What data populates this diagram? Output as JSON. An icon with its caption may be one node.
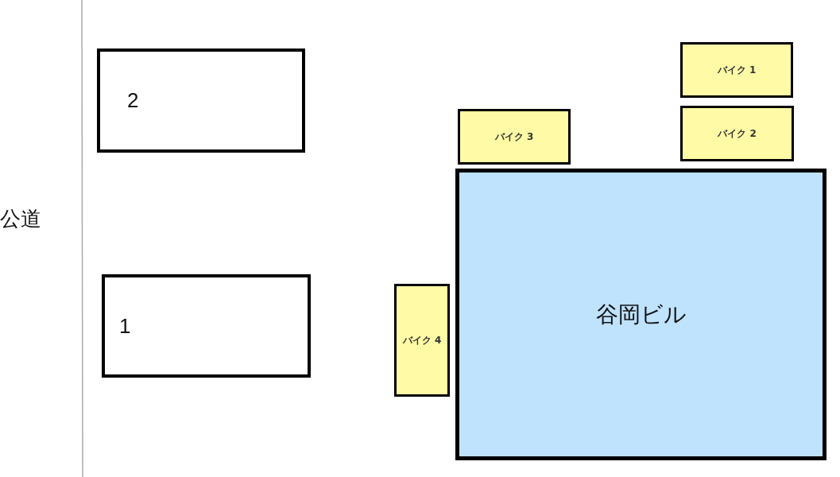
{
  "diagram": {
    "nodes": [
      {
        "text": [
          "2"
        ]
      },
      {
        "text": [
          "バイク 3"
        ]
      },
      {
        "text": [
          "バイク 1"
        ]
      },
      {
        "text": [
          "バイク 2"
        ]
      },
      {
        "text": [
          "谷岡ビル"
        ]
      },
      {
        "text": [
          "1"
        ]
      },
      {
        "text": [
          "バイク 4"
        ]
      }
    ],
    "labels": [
      "公道"
    ]
  }
}
